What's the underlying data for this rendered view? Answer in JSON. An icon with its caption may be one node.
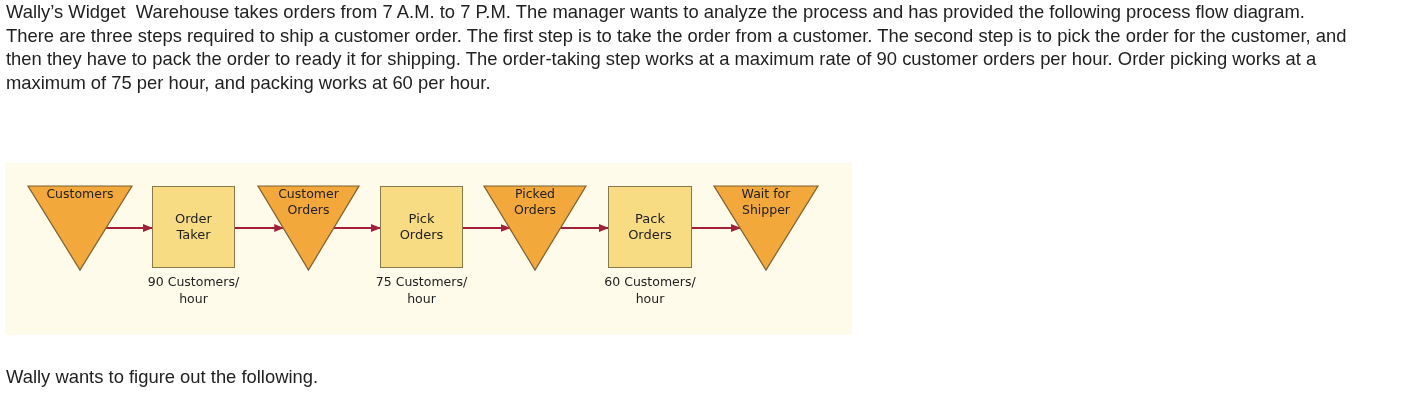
{
  "diagram": {
    "nodes": [
      {
        "text": [
          "Customers"
        ]
      },
      {
        "text": [
          "Order Taker"
        ],
        "beside": [
          "90 Customers/ hour"
        ]
      },
      {
        "text": [
          "Customer Orders"
        ]
      },
      {
        "text": [
          "Pick Orders"
        ],
        "beside": [
          "75 Customers/ hour"
        ]
      },
      {
        "text": [
          "Picked Orders"
        ]
      },
      {
        "text": [
          "Pack Orders"
        ],
        "beside": [
          "60 Customers/ hour"
        ]
      },
      {
        "text": [
          "Wait for Shipper"
        ]
      }
    ],
    "edges": [
      {
        "from": 0,
        "to": 1,
        "arrow": "to"
      },
      {
        "from": 1,
        "to": 2,
        "arrow": "to"
      },
      {
        "from": 2,
        "to": 3,
        "arrow": "to"
      },
      {
        "from": 3,
        "to": 4,
        "arrow": "to"
      },
      {
        "from": 4,
        "to": 5,
        "arrow": "to"
      },
      {
        "from": 5,
        "to": 6,
        "arrow": "to"
      }
    ],
    "labels": [
      "Wally’s Widget  Warehouse takes orders from 7 A.M. to 7 P.M. The manager wants to analyze the process and has provided the following process flow diagram. There are three steps required to ship a customer order. The first step is to take the order from a customer. The second step is to pick the order for the customer, and then they have to pack the order to ready it for shipping. The order-taking step works at a maximum rate of 90 customer orders per hour. Order picking works at a maximum of 75 per hour, and packing works at 60 per hour.",
      "Wally wants to figure out the following."
    ]
  }
}
